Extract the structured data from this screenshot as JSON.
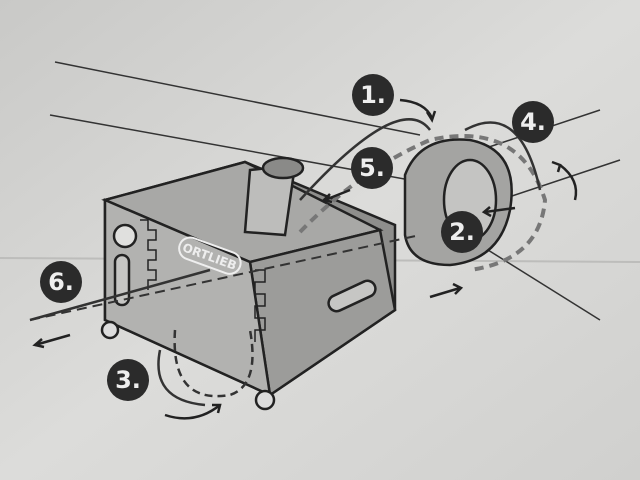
{
  "diagram": {
    "logo_text": "ORTLIEB",
    "steps": [
      "1.",
      "2.",
      "3.",
      "4.",
      "5.",
      "6."
    ]
  },
  "colors": {
    "paper": "#d4d4d2",
    "body": "#9a9a98",
    "outline": "#2a2a2a",
    "badge": "#2b2b2b"
  }
}
